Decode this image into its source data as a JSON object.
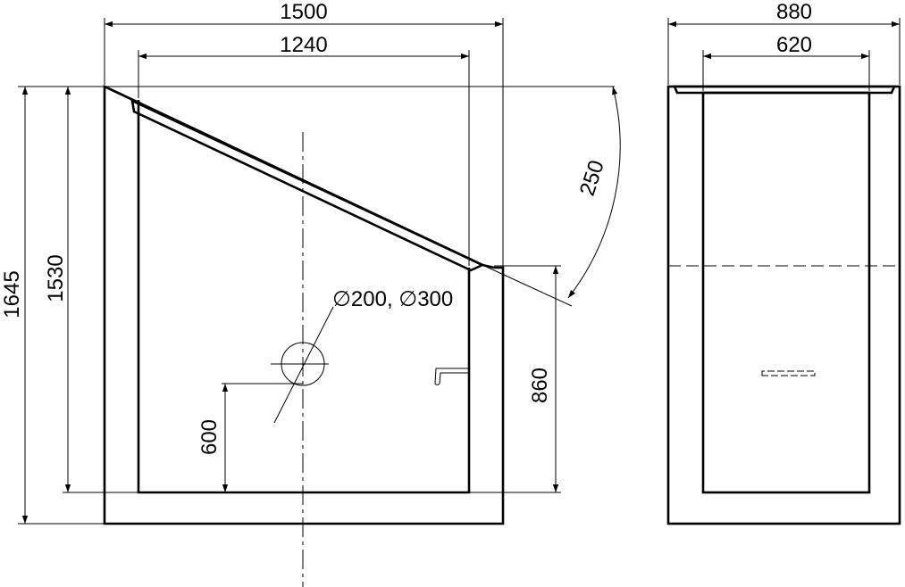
{
  "front_view": {
    "dimensions": {
      "overall_width": "1500",
      "inner_width": "1240",
      "overall_height": "1645",
      "inner_height": "1530",
      "drain_height": "600",
      "rear_height": "860",
      "lid_angle_offset": "250",
      "drain_diameter": "∅200, ∅300"
    }
  },
  "side_view": {
    "dimensions": {
      "overall_width": "880",
      "inner_width": "620"
    }
  }
}
